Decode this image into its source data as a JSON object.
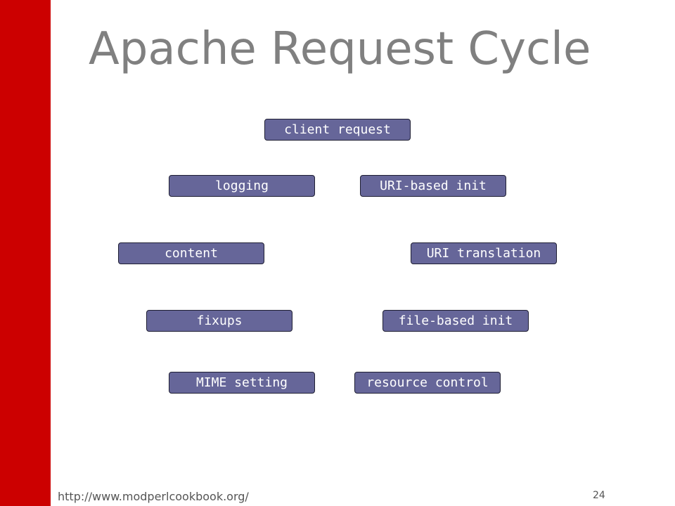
{
  "slide": {
    "title": "Apache Request Cycle",
    "footer_url": "http://www.modperlcookbook.org/",
    "page_number": "24"
  },
  "phases": [
    {
      "id": "client-request",
      "label": "client request"
    },
    {
      "id": "logging",
      "label": "logging"
    },
    {
      "id": "uri-based-init",
      "label": "URI-based init"
    },
    {
      "id": "content",
      "label": "content"
    },
    {
      "id": "uri-translation",
      "label": "URI translation"
    },
    {
      "id": "fixups",
      "label": "fixups"
    },
    {
      "id": "file-based-init",
      "label": "file-based init"
    },
    {
      "id": "mime-setting",
      "label": "MIME setting"
    },
    {
      "id": "resource-control",
      "label": "resource control"
    }
  ],
  "colors": {
    "accent_bar": "#cc0000",
    "box_fill": "#666699",
    "box_border": "#1f1f33",
    "title_text": "#808080"
  }
}
